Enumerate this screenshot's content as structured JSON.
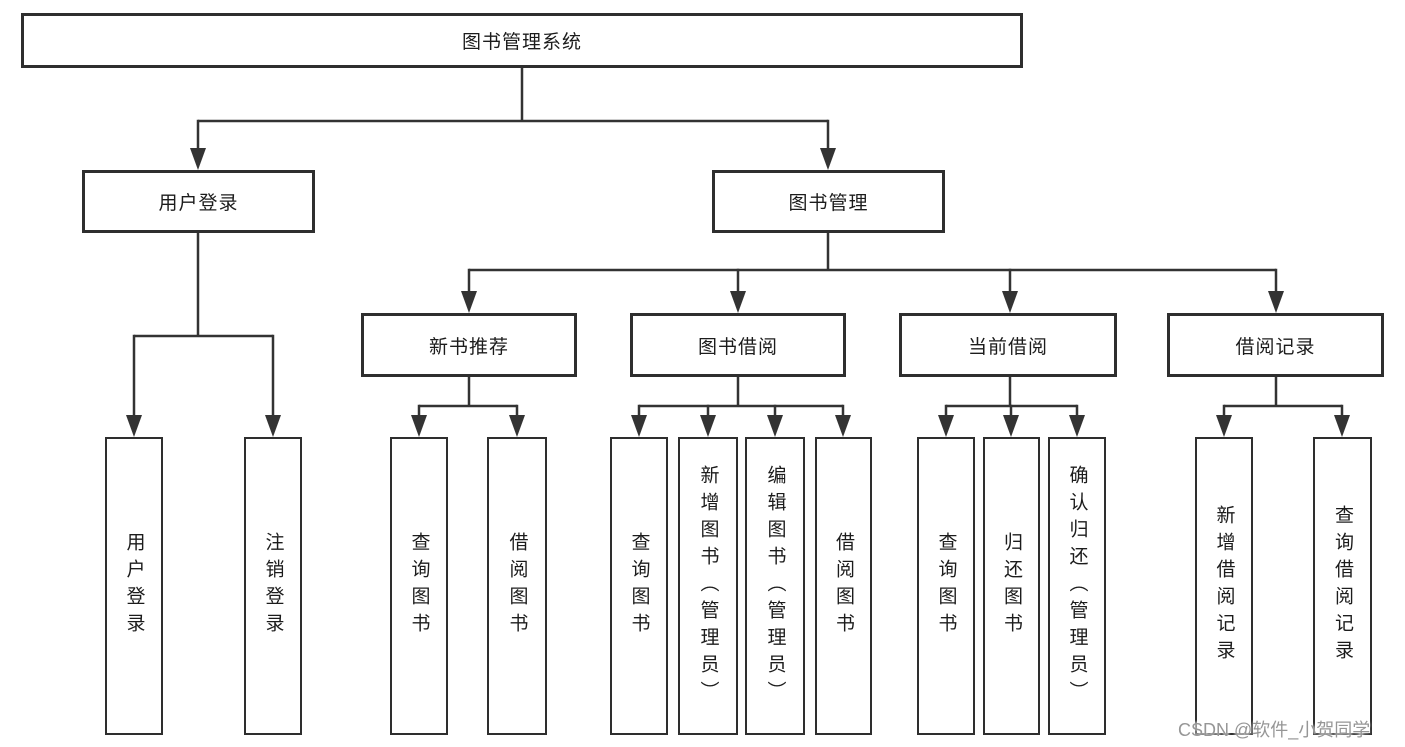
{
  "diagram": {
    "type": "hierarchy-tree",
    "line_color": "#333333",
    "box_border_color": "#2e2e2e",
    "box_fill_color": "#ffffff",
    "text_color": "#1c1c1c",
    "watermark": "CSDN @软件_小贺同学",
    "tree": {
      "root": {
        "label": "图书管理系统"
      },
      "level2": [
        {
          "label": "用户登录",
          "parent": "图书管理系统"
        },
        {
          "label": "图书管理",
          "parent": "图书管理系统"
        }
      ],
      "level3": [
        {
          "label": "新书推荐",
          "parent": "图书管理"
        },
        {
          "label": "图书借阅",
          "parent": "图书管理"
        },
        {
          "label": "当前借阅",
          "parent": "图书管理"
        },
        {
          "label": "借阅记录",
          "parent": "图书管理"
        }
      ],
      "leaves": [
        {
          "label": "用户登录",
          "parent": "用户登录"
        },
        {
          "label": "注销登录",
          "parent": "用户登录"
        },
        {
          "label": "查询图书",
          "parent": "新书推荐"
        },
        {
          "label": "借阅图书",
          "parent": "新书推荐"
        },
        {
          "label": "查询图书",
          "parent": "图书借阅"
        },
        {
          "label": "新增图书（管理员）",
          "parent": "图书借阅"
        },
        {
          "label": "编辑图书（管理员）",
          "parent": "图书借阅"
        },
        {
          "label": "借阅图书",
          "parent": "图书借阅"
        },
        {
          "label": "查询图书",
          "parent": "当前借阅"
        },
        {
          "label": "归还图书",
          "parent": "当前借阅"
        },
        {
          "label": "确认归还（管理员）",
          "parent": "当前借阅"
        },
        {
          "label": "新增借阅记录",
          "parent": "借阅记录"
        },
        {
          "label": "查询借阅记录",
          "parent": "借阅记录"
        }
      ]
    }
  }
}
